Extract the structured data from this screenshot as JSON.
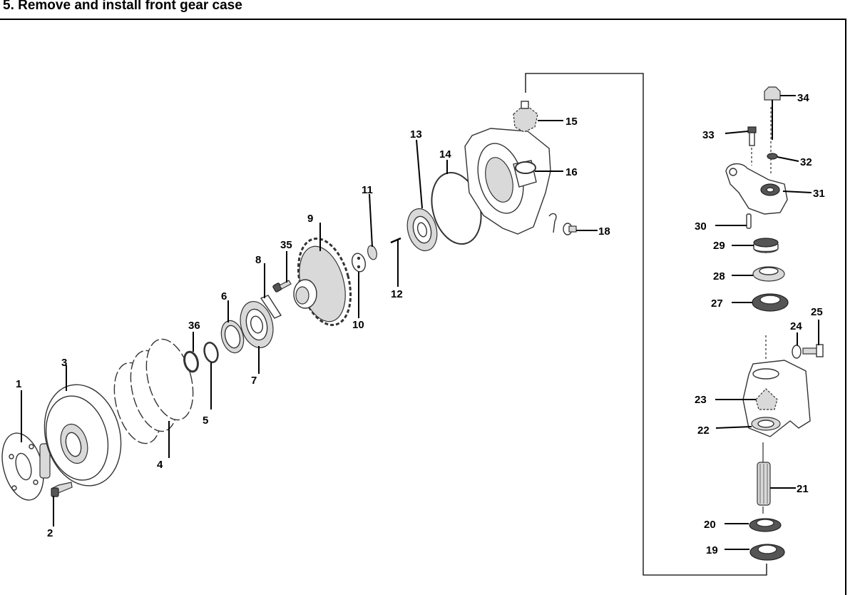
{
  "title": "5. Remove and install front gear case",
  "diagram": {
    "part_labels": [
      "1",
      "2",
      "3",
      "4",
      "5",
      "6",
      "7",
      "8",
      "9",
      "10",
      "11",
      "12",
      "13",
      "14",
      "15",
      "16",
      "18",
      "19",
      "20",
      "21",
      "22",
      "23",
      "24",
      "25",
      "27",
      "28",
      "29",
      "30",
      "31",
      "32",
      "33",
      "34",
      "35",
      "36"
    ]
  }
}
